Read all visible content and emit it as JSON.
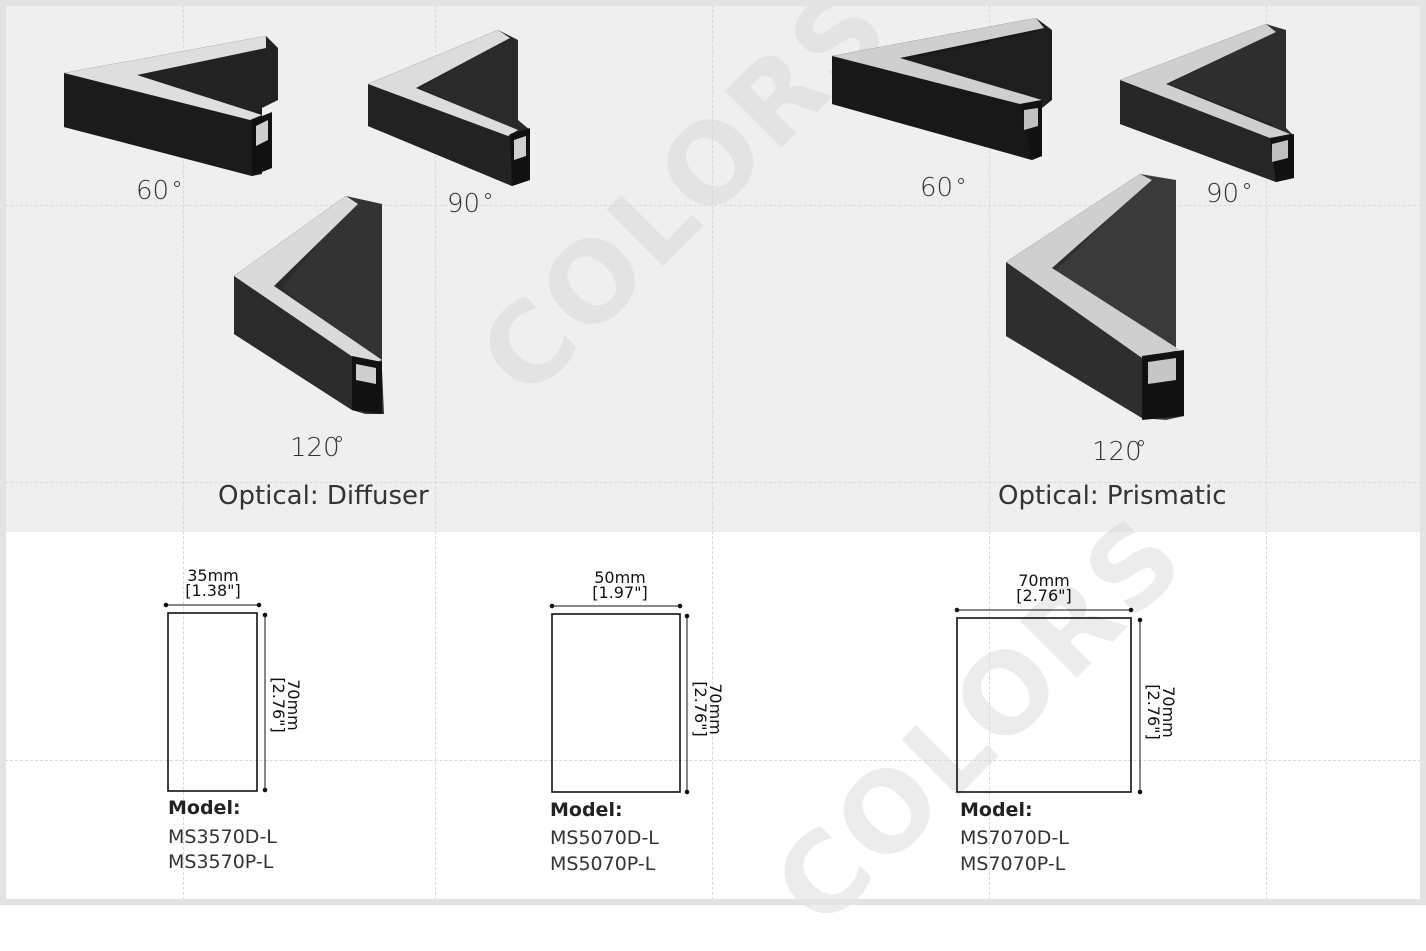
{
  "top_left": {
    "angles": [
      "60",
      "90",
      "120"
    ],
    "optical": "Optical: Diffuser"
  },
  "top_right": {
    "angles": [
      "60",
      "90",
      "120"
    ],
    "optical": "Optical: Prismatic"
  },
  "watermark": "COLORS",
  "profiles": [
    {
      "width_label": "35mm",
      "width_inch": "[1.38\"]",
      "height_label": "70mm",
      "height_inch": "[2.76\"]",
      "model_label": "Model:",
      "models": [
        "MS3570D-L",
        "MS3570P-L"
      ]
    },
    {
      "width_label": "50mm",
      "width_inch": "[1.97\"]",
      "height_label": "70mm",
      "height_inch": "[2.76\"]",
      "model_label": "Model:",
      "models": [
        "MS5070D-L",
        "MS5070P-L"
      ]
    },
    {
      "width_label": "70mm",
      "width_inch": "[2.76\"]",
      "height_label": "70mm",
      "height_inch": "[2.76\"]",
      "model_label": "Model:",
      "models": [
        "MS7070D-L",
        "MS7070P-L"
      ]
    }
  ],
  "colors": {
    "profile_dark": "#2b2b2b",
    "profile_face": "#dcdcdc",
    "panel_bg": "#efefef",
    "outline": "#111111"
  }
}
